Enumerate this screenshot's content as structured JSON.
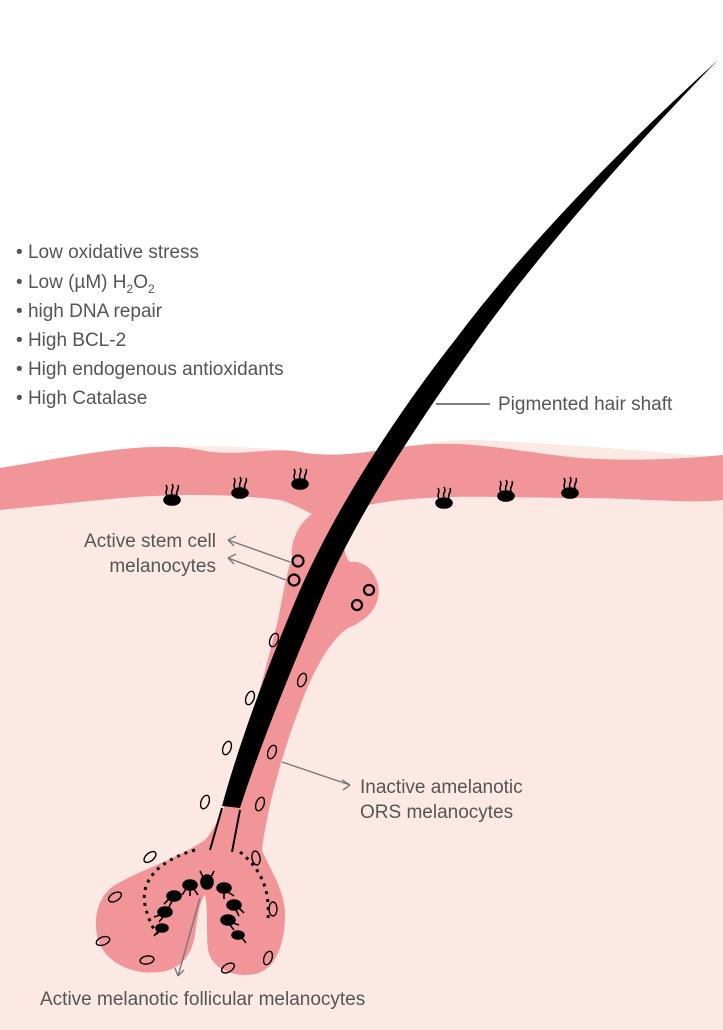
{
  "conditions": [
    {
      "text": "Low oxidative stress"
    },
    {
      "text": "Low (µM) H",
      "sub1": "2",
      "mid": "O",
      "sub2": "2"
    },
    {
      "text": "high DNA repair"
    },
    {
      "text": "High BCL-2"
    },
    {
      "text": "High endogenous antioxidants"
    },
    {
      "text": "High Catalase"
    }
  ],
  "bullet": "•",
  "labels": {
    "hair_shaft": "Pigmented hair shaft",
    "stem_cell_line1": "Active stem cell",
    "stem_cell_line2": "melanocytes",
    "ors_line1": "Inactive amelanotic",
    "ors_line2": "ORS melanocytes",
    "follicular": "Active melanotic follicular melanocytes"
  },
  "colors": {
    "dermis": "#fce9e4",
    "epidermis": "#f29599",
    "hair": "#000000",
    "text": "#555555",
    "leader": "#777777"
  }
}
